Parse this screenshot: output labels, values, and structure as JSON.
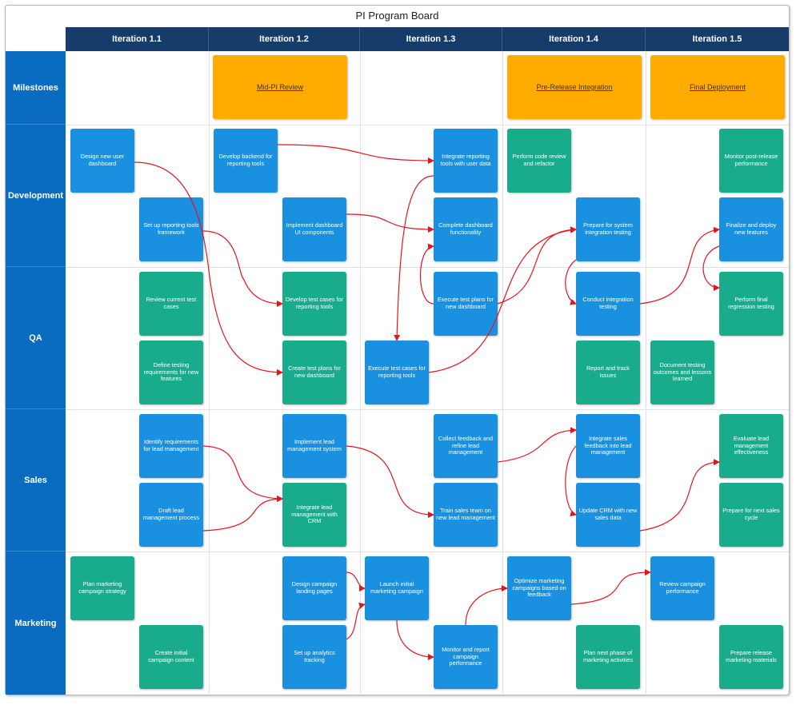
{
  "board": {
    "title": "PI Program Board"
  },
  "iterations": [
    "Iteration 1.1",
    "Iteration 1.2",
    "Iteration 1.3",
    "Iteration 1.4",
    "Iteration 1.5"
  ],
  "lanes": [
    "Milestones",
    "Development",
    "QA",
    "Sales",
    "Marketing"
  ],
  "milestones": [
    "Mid-PI Review",
    "Pre-Release Integration",
    "Final Deployment"
  ],
  "cards": {
    "dev_design": "Design new user dashboard",
    "dev_setup": "Set up reporting tools framework",
    "dev_backend": "Develop backend for reporting tools",
    "dev_ui": "Implement dashboard UI components",
    "dev_integrate": "Integrate reporting tools with user data",
    "dev_complete": "Complete dashboard functionality",
    "dev_review": "Perform code review and refactor",
    "dev_prepare": "Prepare for system integration testing",
    "dev_monitor": "Monitor post-release performance",
    "dev_finalize": "Finalize and deploy new features",
    "qa_review": "Review current test cases",
    "qa_define": "Define testing requirements for new features",
    "qa_develop": "Develop test cases for reporting tools",
    "qa_create": "Create test plans for new dashboard",
    "qa_exec_cases": "Execute test cases for reporting tools",
    "qa_exec_plans": "Execute test plans for new dashboard",
    "qa_conduct": "Conduct integration testing",
    "qa_report": "Report and track issues",
    "qa_document": "Document testing outcomes and lessons learned",
    "qa_final": "Perform final regression testing",
    "sales_identify": "Identify requirements for lead management",
    "sales_draft": "Draft lead management process",
    "sales_implement": "Implement lead management system",
    "sales_integrate_crm": "Integrate lead management with CRM",
    "sales_collect": "Collect feedback and refine lead management",
    "sales_train": "Train sales team on new lead management",
    "sales_integrate_fb": "Integrate sales feedback into lead management",
    "sales_update": "Update CRM with new sales data",
    "sales_evaluate": "Evaluate lead management effectiveness",
    "sales_prepare": "Prepare for next sales cycle",
    "mkt_plan": "Plan marketing campaign strategy",
    "mkt_create": "Create initial campaign content",
    "mkt_design": "Design campaign landing pages",
    "mkt_analytics": "Set up analytics tracking",
    "mkt_launch": "Launch initial marketing campaign",
    "mkt_monitor": "Monitor and report campaign performance",
    "mkt_optimize": "Optimize marketing campaigns based on feedback",
    "mkt_plan_next": "Plan next phase of marketing activities",
    "mkt_review": "Review campaign performance",
    "mkt_release": "Prepare release marketing materials"
  },
  "colors": {
    "header": "#153c6b",
    "lane": "#0a6cc0",
    "blue_card": "#1990e0",
    "teal_card": "#18ab8c",
    "milestone": "#ffab00",
    "link": "#e8141c"
  }
}
